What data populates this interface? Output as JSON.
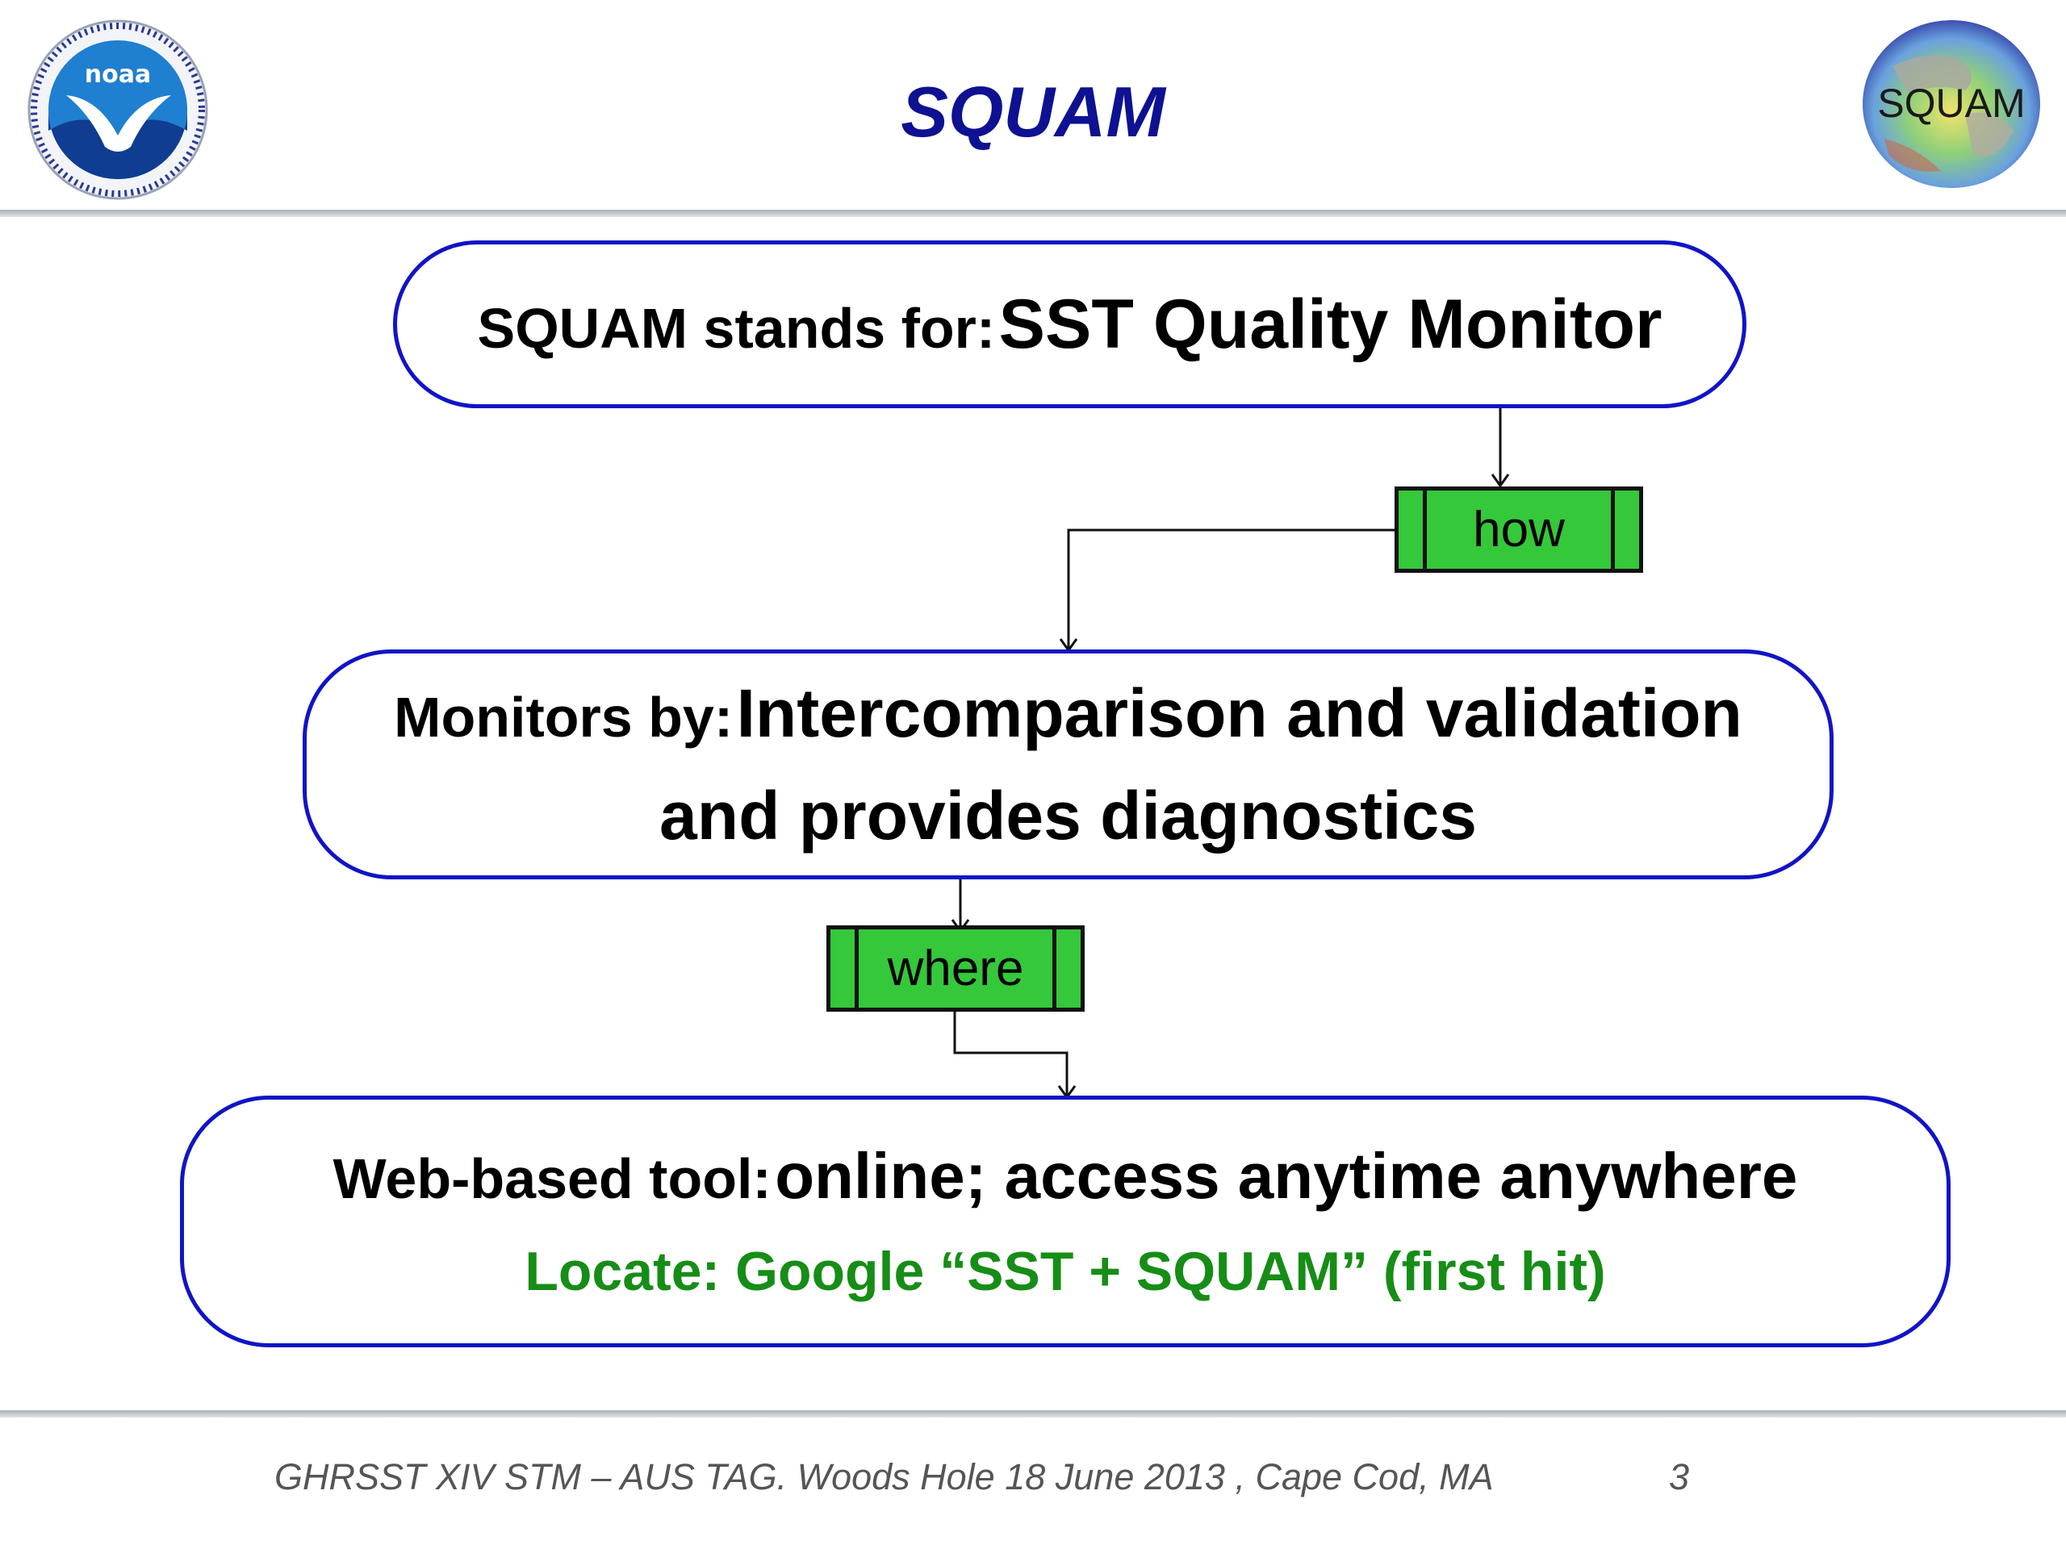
{
  "title": "SQUAM",
  "logos": {
    "left": {
      "name": "noaa-logo",
      "text": "noaa"
    },
    "right": {
      "name": "squam-logo",
      "text": "SQUAM"
    }
  },
  "boxes": [
    {
      "prefix": "SQUAM stands for:",
      "main": "SST Quality Monitor"
    },
    {
      "prefix": "Monitors by:",
      "main": "Intercomparison and validation",
      "line2": "and provides diagnostics"
    },
    {
      "prefix": "Web-based tool:",
      "main": "online; access anytime anywhere",
      "line2": "Locate: Google “SST + SQUAM” (first hit)"
    }
  ],
  "connectors": [
    {
      "label": "how"
    },
    {
      "label": "where"
    }
  ],
  "colors": {
    "title": "#0e1191",
    "box_border": "#1014c6",
    "label_fill": "#34c83a",
    "locate_text": "#168d16",
    "rule": "#aab2b8"
  },
  "footer": {
    "text": "GHRSST XIV STM – AUS TAG. Woods Hole 18 June 2013 , Cape Cod, MA",
    "page": "3"
  }
}
